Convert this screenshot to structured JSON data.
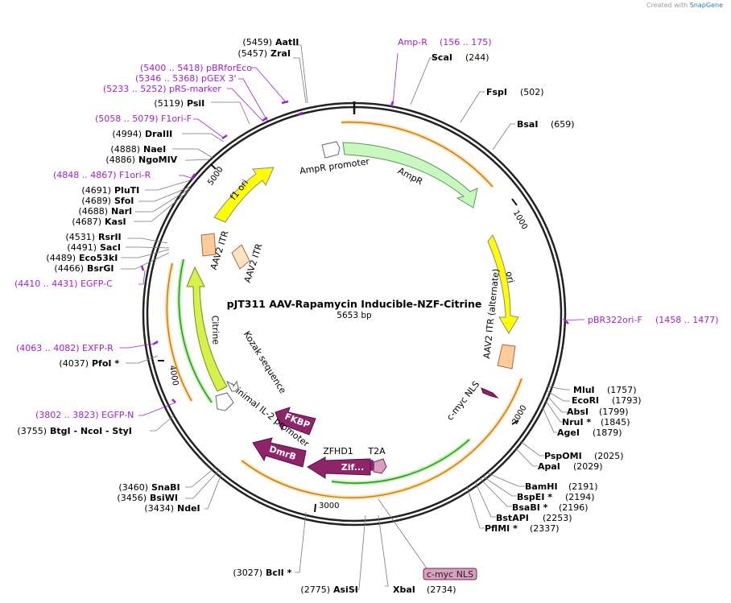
{
  "credit": {
    "prefix": "Created with",
    "brand": "SnapGene"
  },
  "title": "pJT311 AAV-Rapamycin Inducible-NZF-Citrine",
  "size": "5653 bp",
  "ticks": [
    "1000",
    "2000",
    "3000",
    "4000",
    "5000"
  ],
  "callout_box": "c-myc NLS",
  "colors": {
    "orange": "#f5a623",
    "green": "#b5f5a9",
    "yellow": "#ffff00",
    "purple": "#8e2469",
    "peach": "#ffcc99",
    "primer": "#a020d0"
  },
  "sites": [
    {
      "pos": "(5459)",
      "name": "AatII"
    },
    {
      "pos": "(5457)",
      "name": "ZraI"
    },
    {
      "pos": "(5119)",
      "name": "PsiI"
    },
    {
      "pos": "(4994)",
      "name": "DraIII"
    },
    {
      "pos": "(4888)",
      "name": "NaeI"
    },
    {
      "pos": "(4886)",
      "name": "NgoMIV"
    },
    {
      "pos": "(4691)",
      "name": "PluTI"
    },
    {
      "pos": "(4689)",
      "name": "SfoI"
    },
    {
      "pos": "(4688)",
      "name": "NarI"
    },
    {
      "pos": "(4687)",
      "name": "KasI"
    },
    {
      "pos": "(4531)",
      "name": "RsrII"
    },
    {
      "pos": "(4491)",
      "name": "SacI"
    },
    {
      "pos": "(4489)",
      "name": "Eco53kI"
    },
    {
      "pos": "(4466)",
      "name": "BsrGI"
    },
    {
      "pos": "(4037)",
      "name": "PfoI *"
    },
    {
      "pos": "(3755)",
      "name": "BtgI  - NcoI  - StyI"
    },
    {
      "pos": "(3460)",
      "name": "SnaBI"
    },
    {
      "pos": "(3456)",
      "name": "BsiWI"
    },
    {
      "pos": "(3434)",
      "name": "NdeI"
    },
    {
      "pos": "(3027)",
      "name": "BclI *"
    },
    {
      "pos": "(2775)",
      "name": "AsiSI"
    },
    {
      "pos": "(2734)",
      "name": "XbaI"
    },
    {
      "pos": "(244)",
      "name": "ScaI"
    },
    {
      "pos": "(502)",
      "name": "FspI"
    },
    {
      "pos": "(659)",
      "name": "BsaI"
    },
    {
      "pos": "(1757)",
      "name": "MluI"
    },
    {
      "pos": "(1793)",
      "name": "EcoRI"
    },
    {
      "pos": "(1799)",
      "name": "AbsI"
    },
    {
      "pos": "(1845)",
      "name": "NruI *"
    },
    {
      "pos": "(1879)",
      "name": "AgeI"
    },
    {
      "pos": "(2025)",
      "name": "PspOMI"
    },
    {
      "pos": "(2029)",
      "name": "ApaI"
    },
    {
      "pos": "(2191)",
      "name": "BamHI"
    },
    {
      "pos": "(2194)",
      "name": "BspEI *"
    },
    {
      "pos": "(2196)",
      "name": "BsaBI *"
    },
    {
      "pos": "(2253)",
      "name": "BstAPI"
    },
    {
      "pos": "(2337)",
      "name": "PflMI *"
    }
  ],
  "primers": [
    {
      "range": "(5400 .. 5418)",
      "name": "pBRforEco"
    },
    {
      "range": "(5346 .. 5368)",
      "name": "pGEX 3'"
    },
    {
      "range": "(5233 .. 5252)",
      "name": "pRS-marker"
    },
    {
      "range": "(5058 .. 5079)",
      "name": "F1ori-F"
    },
    {
      "range": "(4848 .. 4867)",
      "name": "F1ori-R"
    },
    {
      "range": "(4410 .. 4431)",
      "name": "EGFP-C"
    },
    {
      "range": "(4063 .. 4082)",
      "name": "EXFP-R"
    },
    {
      "range": "(3802 .. 3823)",
      "name": "EGFP-N"
    },
    {
      "range": "(156 .. 175)",
      "name": "Amp-R"
    },
    {
      "range": "(1458 .. 1477)",
      "name": "pBR322ori-F"
    }
  ],
  "features": {
    "ampr_promoter": "AmpR promoter",
    "ampr": "AmpR",
    "ori": "ori",
    "aav2_itr_alt": "AAV2 ITR (alternate)",
    "cmyc_nls": "c-myc NLS",
    "t2a": "T2A",
    "zfhd1": "ZFHD1",
    "zif": "Zif...",
    "dmrb": "DmrB",
    "fkbp": "FKBP",
    "min_il2": "minimal IL-2 promoter",
    "kozak": "Kozak sequence",
    "citrine": "Citrine",
    "aav2_itr_a": "AAV2 ITR",
    "aav2_itr_b": "AAV2 ITR",
    "f1_ori": "f1 ori"
  }
}
